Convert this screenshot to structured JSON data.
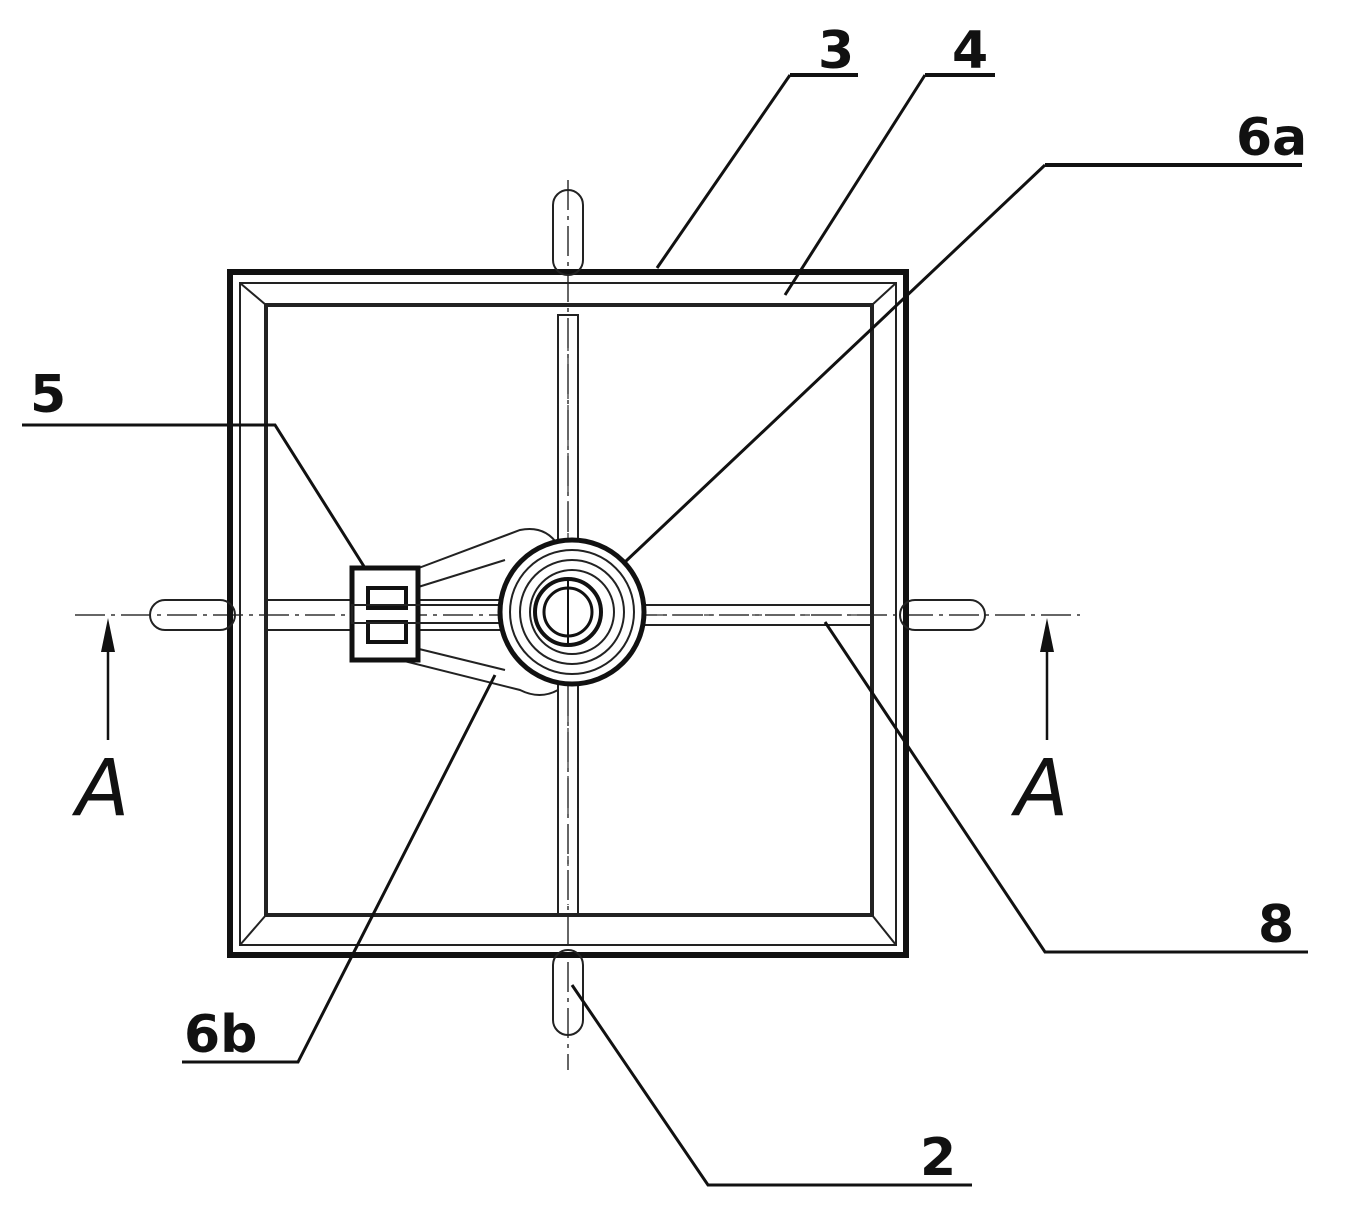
{
  "labels": {
    "part_2": "2",
    "part_3": "3",
    "part_4": "4",
    "part_5": "5",
    "part_6a": "6a",
    "part_6b": "6b",
    "part_8": "8"
  },
  "section": {
    "left": "A",
    "right": "A"
  }
}
